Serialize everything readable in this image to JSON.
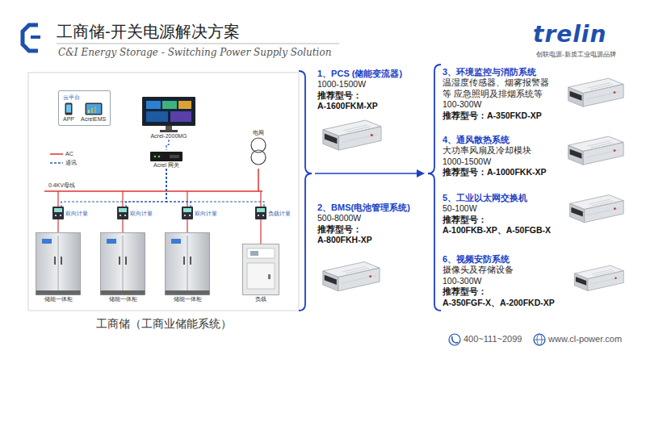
{
  "diagram": {
    "title": "工商储-开关电源解决方案",
    "caption": "工商储（工商业储能系统）",
    "nodes": [
      {
        "text": [
          "云平台",
          "APP",
          "AcrelEMS"
        ]
      },
      {
        "text": [
          "Acrel-2000MG"
        ]
      },
      {
        "text": [
          "Acrel 网关"
        ]
      },
      {
        "text": [
          "电网"
        ]
      },
      {
        "text": [
          "双向计量"
        ]
      },
      {
        "text": [
          "双向计量"
        ]
      },
      {
        "text": [
          "双向计量"
        ]
      },
      {
        "text": [
          "负载计量"
        ]
      },
      {
        "text": [
          "储能一体柜"
        ]
      },
      {
        "text": [
          "储能一体柜"
        ]
      },
      {
        "text": [
          "储能一体柜"
        ]
      },
      {
        "text": [
          "负载"
        ]
      },
      {
        "text": [
          "1、PCS (储能变流器)",
          "1000-1500W",
          "推荐型号：",
          "A-1600FKM-XP"
        ]
      },
      {
        "text": [
          "2、BMS(电池管理系统)",
          "500-8000W",
          "推荐型号：",
          "A-800FKH-XP"
        ]
      },
      {
        "text": [
          "3、环境监控与消防系统",
          "温湿度传感器、烟雾报警器等 应急照明及排烟系统等",
          "100-300W",
          "推荐型号：A-350FKD-XP"
        ]
      },
      {
        "text": [
          "4、通风散热系统",
          "大功率风扇及冷却模块",
          "1000-1500W",
          "推荐型号：A-1000FKK-XP"
        ]
      },
      {
        "text": [
          "5、工业以太网交换机",
          "50-100W",
          "推荐型号：",
          "A-100FKB-XP、A-50FGB-X"
        ]
      },
      {
        "text": [
          "6、视频安防系统",
          "摄像头及存储设备",
          "100-300W",
          "推荐型号：",
          "A-350FGF-X、A-200FKD-XP"
        ]
      }
    ],
    "edges": [
      {
        "from": 1,
        "to": 2,
        "arrow": "none"
      },
      {
        "from": 2,
        "to": 4,
        "arrow": "none"
      },
      {
        "from": 2,
        "to": 5,
        "arrow": "none"
      },
      {
        "from": 2,
        "to": 6,
        "arrow": "none"
      },
      {
        "from": 2,
        "to": 7,
        "arrow": "none"
      },
      {
        "from": 4,
        "to": 8,
        "arrow": "none"
      },
      {
        "from": 5,
        "to": 9,
        "arrow": "none"
      },
      {
        "from": 6,
        "to": 10,
        "arrow": "none"
      },
      {
        "from": 7,
        "to": 11,
        "arrow": "none"
      }
    ],
    "labels": [
      "C&I Energy Storage - Switching Power Supply Solution",
      "trelin",
      "创联电源-新质工业电源品牌",
      "0.4KV母线",
      "400~111~2099",
      "www.cl-power.com"
    ],
    "legend": [
      {
        "text": "AC"
      },
      {
        "text": "通讯"
      }
    ]
  }
}
